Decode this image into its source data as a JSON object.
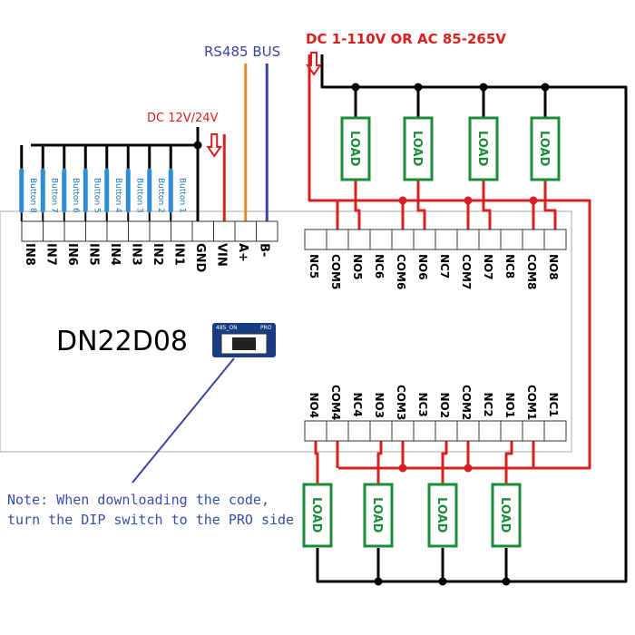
{
  "colors": {
    "red": "#d72020",
    "black": "#000000",
    "blue": "#3d43a0",
    "orange": "#e68a2e",
    "green": "#1d8c3a",
    "switch_blue": "#1a3c82",
    "button_blue": "#2e8ed4"
  },
  "labels": {
    "dc_ac": "DC 1-110V OR AC 85-265V",
    "dc_12_24": "DC 12V/24V",
    "rs485": "RS485 BUS",
    "model": "DN22D08",
    "switch_left": "485_ON",
    "switch_right": "PRO",
    "note_line1": "Note: When downloading the code,",
    "note_line2": "turn the DIP switch to the PRO side"
  },
  "input_terminals": [
    "IN8",
    "IN7",
    "IN6",
    "IN5",
    "IN4",
    "IN3",
    "IN2",
    "IN1",
    "GND",
    "VIN",
    "A+",
    "B-"
  ],
  "buttons": [
    "Button 8",
    "Button 7",
    "Button 6",
    "Button 5",
    "Button 4",
    "Button 3",
    "Button 2",
    "Button 1"
  ],
  "top_terminals": [
    "NC5",
    "COM5",
    "NO5",
    "NC6",
    "COM6",
    "NO6",
    "NC7",
    "COM7",
    "NO7",
    "NC8",
    "COM8",
    "NO8"
  ],
  "bottom_terminals": [
    "NO4",
    "COM4",
    "NC4",
    "NO3",
    "COM3",
    "NC3",
    "NO2",
    "COM2",
    "NC2",
    "NO1",
    "COM1",
    "NC1"
  ],
  "load_label": "LOAD",
  "loads_top": [
    "LOAD",
    "LOAD",
    "LOAD",
    "LOAD"
  ],
  "loads_bottom": [
    "LOAD",
    "LOAD",
    "LOAD",
    "LOAD"
  ]
}
